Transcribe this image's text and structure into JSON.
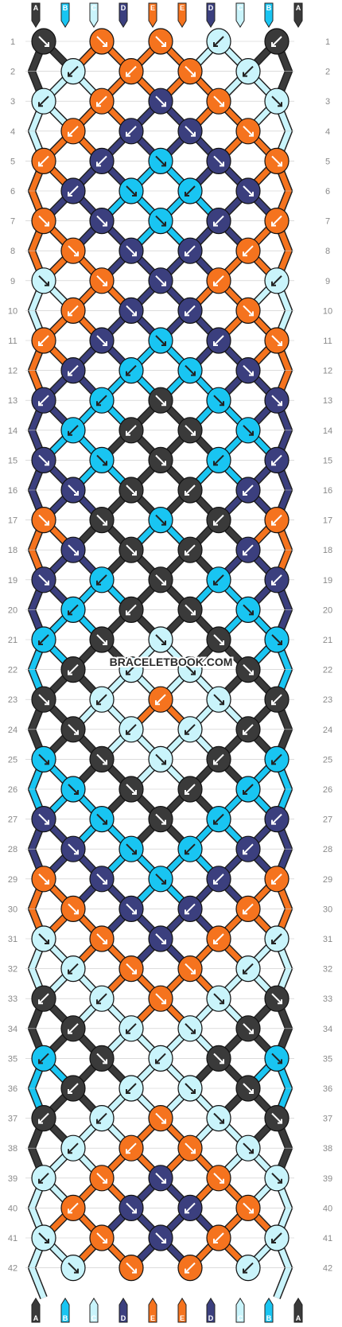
{
  "app": {
    "watermark": "BRACELETBOOK.COM"
  },
  "colors": {
    "A": "#3a3a3a",
    "B": "#19c5f2",
    "C": "#c9f4fb",
    "D": "#3b3f7e",
    "E": "#f5731e",
    "line": "#c8c8c8",
    "label": "#8a8a8a"
  },
  "strand_labels_top": [
    "A",
    "B",
    "C",
    "D",
    "E",
    "E",
    "D",
    "C",
    "B",
    "A"
  ],
  "strand_labels_bottom": [
    "A",
    "B",
    "C",
    "D",
    "E",
    "E",
    "D",
    "C",
    "B",
    "A"
  ],
  "row_numbers": [
    "1",
    "2",
    "3",
    "4",
    "5",
    "6",
    "7",
    "8",
    "9",
    "10",
    "11",
    "12",
    "13",
    "14",
    "15",
    "16",
    "17",
    "18",
    "19",
    "20",
    "21",
    "22",
    "23",
    "24",
    "25",
    "26",
    "27",
    "28",
    "29",
    "30",
    "31",
    "32",
    "33",
    "34",
    "35",
    "36",
    "37",
    "38",
    "39",
    "40",
    "41",
    "42"
  ],
  "knot_colors": [
    [
      "A",
      "E",
      "E",
      "C",
      "A"
    ],
    [
      "C",
      "E",
      "E",
      "C"
    ],
    [
      "C",
      "E",
      "D",
      "E",
      "C"
    ],
    [
      "E",
      "D",
      "D",
      "E"
    ],
    [
      "E",
      "D",
      "B",
      "D",
      "E"
    ],
    [
      "D",
      "B",
      "B",
      "D"
    ],
    [
      "E",
      "D",
      "B",
      "D",
      "E"
    ],
    [
      "E",
      "D",
      "D",
      "E"
    ],
    [
      "C",
      "E",
      "D",
      "E",
      "C"
    ],
    [
      "E",
      "D",
      "D",
      "E"
    ],
    [
      "E",
      "D",
      "B",
      "D",
      "E"
    ],
    [
      "D",
      "B",
      "B",
      "D"
    ],
    [
      "D",
      "B",
      "A",
      "B",
      "D"
    ],
    [
      "B",
      "A",
      "A",
      "B"
    ],
    [
      "D",
      "B",
      "A",
      "B",
      "D"
    ],
    [
      "D",
      "A",
      "A",
      "D"
    ],
    [
      "E",
      "A",
      "B",
      "A",
      "E"
    ],
    [
      "D",
      "A",
      "A",
      "D"
    ],
    [
      "D",
      "B",
      "A",
      "B",
      "D"
    ],
    [
      "B",
      "A",
      "A",
      "B"
    ],
    [
      "B",
      "A",
      "C",
      "A",
      "B"
    ],
    [
      "A",
      "C",
      "C",
      "A"
    ],
    [
      "A",
      "C",
      "E",
      "C",
      "A"
    ],
    [
      "A",
      "C",
      "C",
      "A"
    ],
    [
      "B",
      "A",
      "C",
      "A",
      "B"
    ],
    [
      "B",
      "A",
      "A",
      "B"
    ],
    [
      "D",
      "B",
      "A",
      "B",
      "D"
    ],
    [
      "D",
      "B",
      "B",
      "D"
    ],
    [
      "E",
      "D",
      "B",
      "D",
      "E"
    ],
    [
      "E",
      "D",
      "D",
      "E"
    ],
    [
      "C",
      "E",
      "D",
      "E",
      "C"
    ],
    [
      "C",
      "E",
      "E",
      "C"
    ],
    [
      "A",
      "C",
      "E",
      "C",
      "A"
    ],
    [
      "A",
      "C",
      "C",
      "A"
    ],
    [
      "B",
      "A",
      "C",
      "A",
      "B"
    ],
    [
      "A",
      "C",
      "C",
      "A"
    ],
    [
      "A",
      "C",
      "E",
      "C",
      "A"
    ],
    [
      "C",
      "E",
      "E",
      "C"
    ],
    [
      "C",
      "E",
      "D",
      "E",
      "C"
    ],
    [
      "E",
      "D",
      "D",
      "E"
    ],
    [
      "C",
      "E",
      "D",
      "E",
      "C"
    ],
    [
      "C",
      "E",
      "E",
      "C"
    ]
  ],
  "knot_arrows": [
    [
      "se",
      "se",
      "se",
      "sw",
      "sw"
    ],
    [
      "sw",
      "sw",
      "se",
      "sw"
    ],
    [
      "sw",
      "sw",
      "se",
      "se",
      "se"
    ],
    [
      "sw",
      "sw",
      "se",
      "se"
    ],
    [
      "sw",
      "sw",
      "se",
      "se",
      "se"
    ],
    [
      "sw",
      "se",
      "sw",
      "se"
    ],
    [
      "se",
      "se",
      "se",
      "sw",
      "sw"
    ],
    [
      "se",
      "se",
      "sw",
      "sw"
    ],
    [
      "se",
      "se",
      "se",
      "sw",
      "sw"
    ],
    [
      "sw",
      "se",
      "sw",
      "se"
    ],
    [
      "sw",
      "se",
      "se",
      "sw",
      "se"
    ],
    [
      "sw",
      "sw",
      "se",
      "se"
    ],
    [
      "sw",
      "sw",
      "se",
      "se",
      "se"
    ],
    [
      "sw",
      "sw",
      "se",
      "se"
    ],
    [
      "se",
      "se",
      "se",
      "sw",
      "sw"
    ],
    [
      "se",
      "se",
      "sw",
      "sw"
    ],
    [
      "se",
      "se",
      "se",
      "sw",
      "sw"
    ],
    [
      "se",
      "se",
      "sw",
      "sw"
    ],
    [
      "se",
      "sw",
      "se",
      "sw",
      "sw"
    ],
    [
      "sw",
      "sw",
      "se",
      "se"
    ],
    [
      "sw",
      "se",
      "se",
      "se",
      "se"
    ],
    [
      "sw",
      "sw",
      "se",
      "se"
    ],
    [
      "se",
      "sw",
      "sw",
      "se",
      "sw"
    ],
    [
      "se",
      "sw",
      "sw",
      "sw"
    ],
    [
      "se",
      "se",
      "se",
      "sw",
      "sw"
    ],
    [
      "se",
      "se",
      "sw",
      "sw"
    ],
    [
      "se",
      "se",
      "se",
      "sw",
      "sw"
    ],
    [
      "se",
      "se",
      "sw",
      "sw"
    ],
    [
      "se",
      "se",
      "se",
      "sw",
      "sw"
    ],
    [
      "se",
      "se",
      "sw",
      "sw"
    ],
    [
      "se",
      "se",
      "se",
      "sw",
      "sw"
    ],
    [
      "sw",
      "se",
      "se",
      "sw"
    ],
    [
      "sw",
      "sw",
      "se",
      "se",
      "se"
    ],
    [
      "sw",
      "sw",
      "se",
      "se"
    ],
    [
      "sw",
      "se",
      "sw",
      "se",
      "se"
    ],
    [
      "sw",
      "sw",
      "se",
      "se"
    ],
    [
      "sw",
      "sw",
      "se",
      "se",
      "se"
    ],
    [
      "sw",
      "sw",
      "se",
      "se"
    ],
    [
      "sw",
      "se",
      "se",
      "se",
      "se"
    ],
    [
      "sw",
      "se",
      "sw",
      "se"
    ],
    [
      "se",
      "se",
      "se",
      "sw",
      "sw"
    ],
    [
      "se",
      "se",
      "sw",
      "sw"
    ]
  ]
}
